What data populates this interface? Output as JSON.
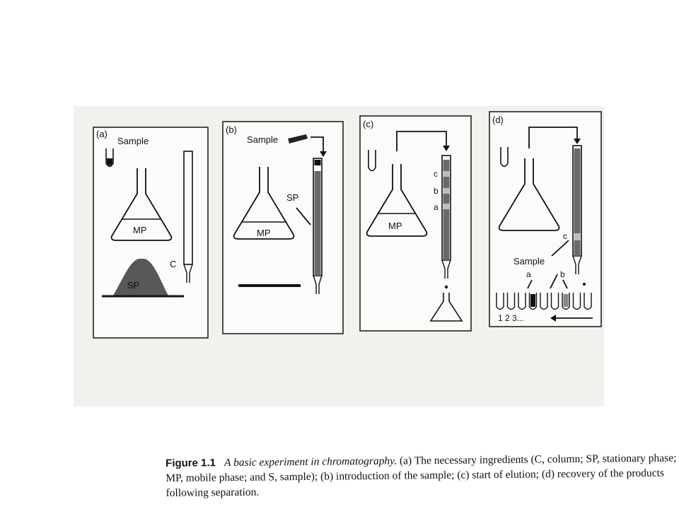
{
  "figure": {
    "panels": [
      {
        "id": "a",
        "label": "(a)",
        "texts": {
          "sample": "Sample",
          "mp": "MP",
          "sp": "SP",
          "c": "C"
        }
      },
      {
        "id": "b",
        "label": "(b)",
        "texts": {
          "sample": "Sample",
          "mp": "MP",
          "sp": "SP"
        }
      },
      {
        "id": "c",
        "label": "(c)",
        "texts": {
          "mp": "MP",
          "band_c": "c",
          "band_b": "b",
          "band_a": "a"
        }
      },
      {
        "id": "d",
        "label": "(d)",
        "texts": {
          "band_c": "c",
          "sample": "Sample",
          "tube_a": "a",
          "tube_b": "b",
          "tube_numbers": "1 2 3..."
        }
      }
    ],
    "caption": {
      "label": "Figure 1.1",
      "title": "A basic experiment in chromatography.",
      "body": " (a) The necessary ingredients (C, column; SP, stationary phase; MP, mobile phase; and S, sample); (b) introduction of the sample; (c) start of elution; (d) recovery of the products following separation."
    }
  }
}
